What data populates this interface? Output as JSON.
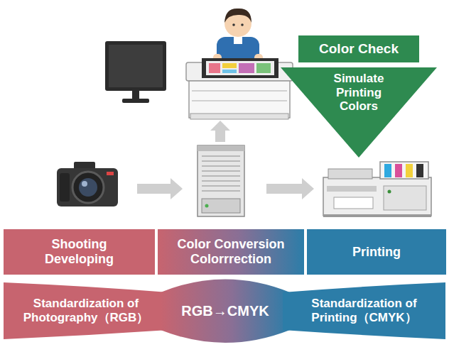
{
  "diagram": {
    "nodes": [
      {
        "text": [
          "Color Check"
        ]
      },
      {
        "text": [
          "Simulate Printing Colors"
        ]
      },
      {
        "text": [
          "Shooting Developing"
        ]
      },
      {
        "text": [
          "Color Conversion Colorrrection"
        ]
      },
      {
        "text": [
          "Printing"
        ]
      },
      {
        "text": [
          "Standardization of Photography（RGB）"
        ]
      },
      {
        "text": [
          "RGB→CMYK"
        ]
      },
      {
        "text": [
          "Standardization of Printing（CMYK）"
        ]
      }
    ]
  }
}
